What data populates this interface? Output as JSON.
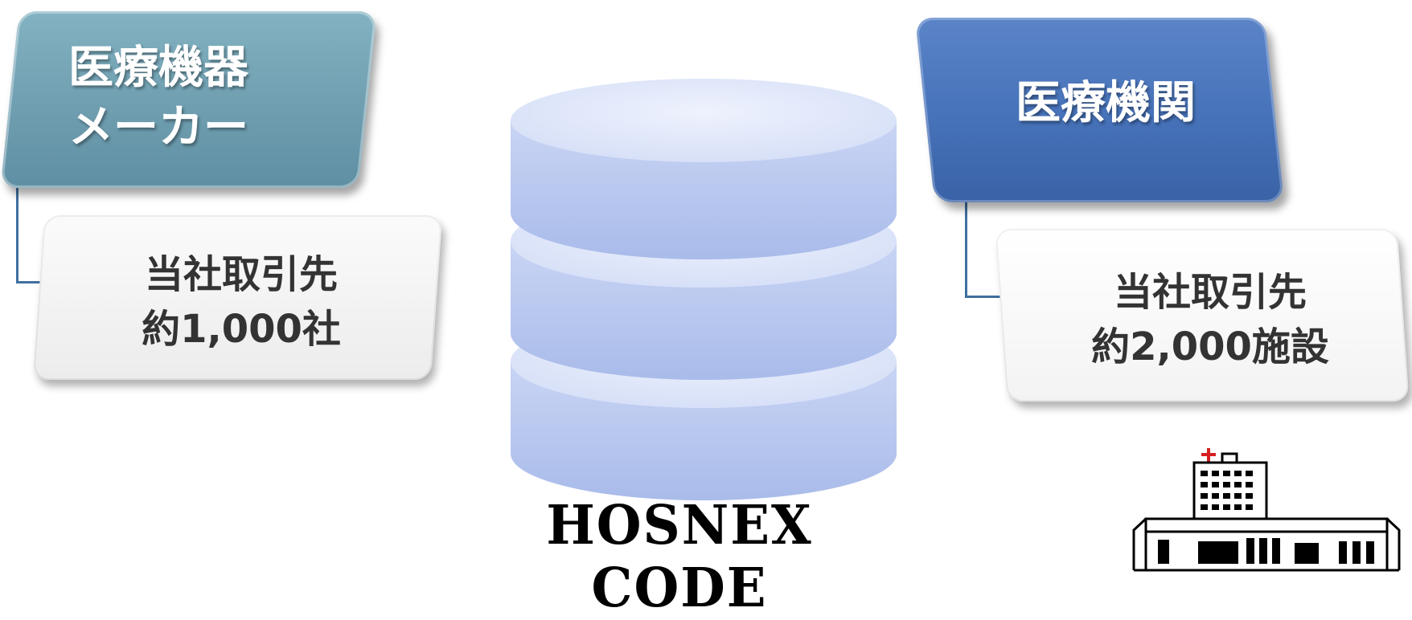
{
  "manufacturer": {
    "title_line1": "医療機器",
    "title_line2": "メーカー",
    "count_line1": "当社取引先",
    "count_line2": "約1,000社"
  },
  "institution": {
    "title": "医療機関",
    "count_line1": "当社取引先",
    "count_line2": "約2,000施設"
  },
  "database": {
    "name": "HOSNEX　CODE"
  },
  "colors": {
    "manufacturer_card": "#6f9eb0",
    "institution_card": "#4672b9",
    "db_disk": "#c7d3f5",
    "db_ring": "#2f5aa8",
    "connector": "#3f6fa0"
  },
  "icons": {
    "database": "database-icon",
    "hospital": "hospital-icon"
  }
}
